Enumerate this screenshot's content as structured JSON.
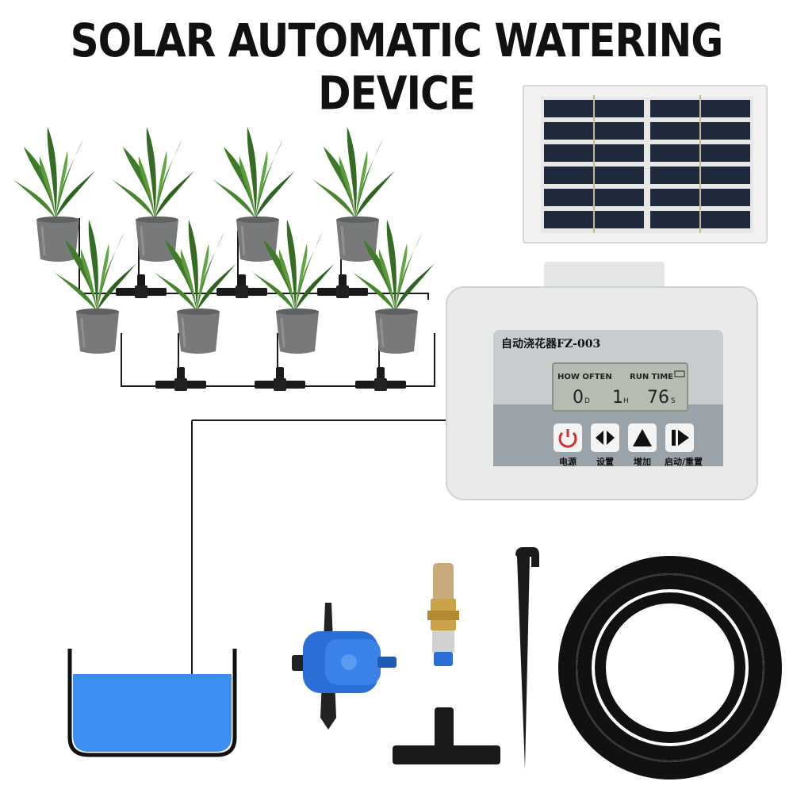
{
  "title": "SOLAR AUTOMATIC WATERING DEVICE",
  "controller": {
    "model_label": "自动浇花器FZ-003",
    "lcd": {
      "header_left": "HOW OFTEN",
      "header_right": "RUN TIME",
      "value_days": "0",
      "unit_days": "D",
      "value_hours": "1",
      "unit_hours": "H",
      "value_seconds": "76",
      "unit_seconds": "S"
    },
    "buttons": [
      {
        "icon": "power-icon",
        "label": "电源"
      },
      {
        "icon": "left-right-arrows-icon",
        "label": "设置"
      },
      {
        "icon": "up-arrow-icon",
        "label": "增加"
      },
      {
        "icon": "play-icon",
        "label": "启动/重置"
      }
    ]
  },
  "colors": {
    "water": "#3d8ef2",
    "leaf": "#3e7a2a",
    "pot": "#77797a",
    "tube": "#1a1a1a",
    "dripper_blue": "#2a6fd6",
    "brass": "#c9a24a",
    "power_red": "#d32f2f"
  }
}
